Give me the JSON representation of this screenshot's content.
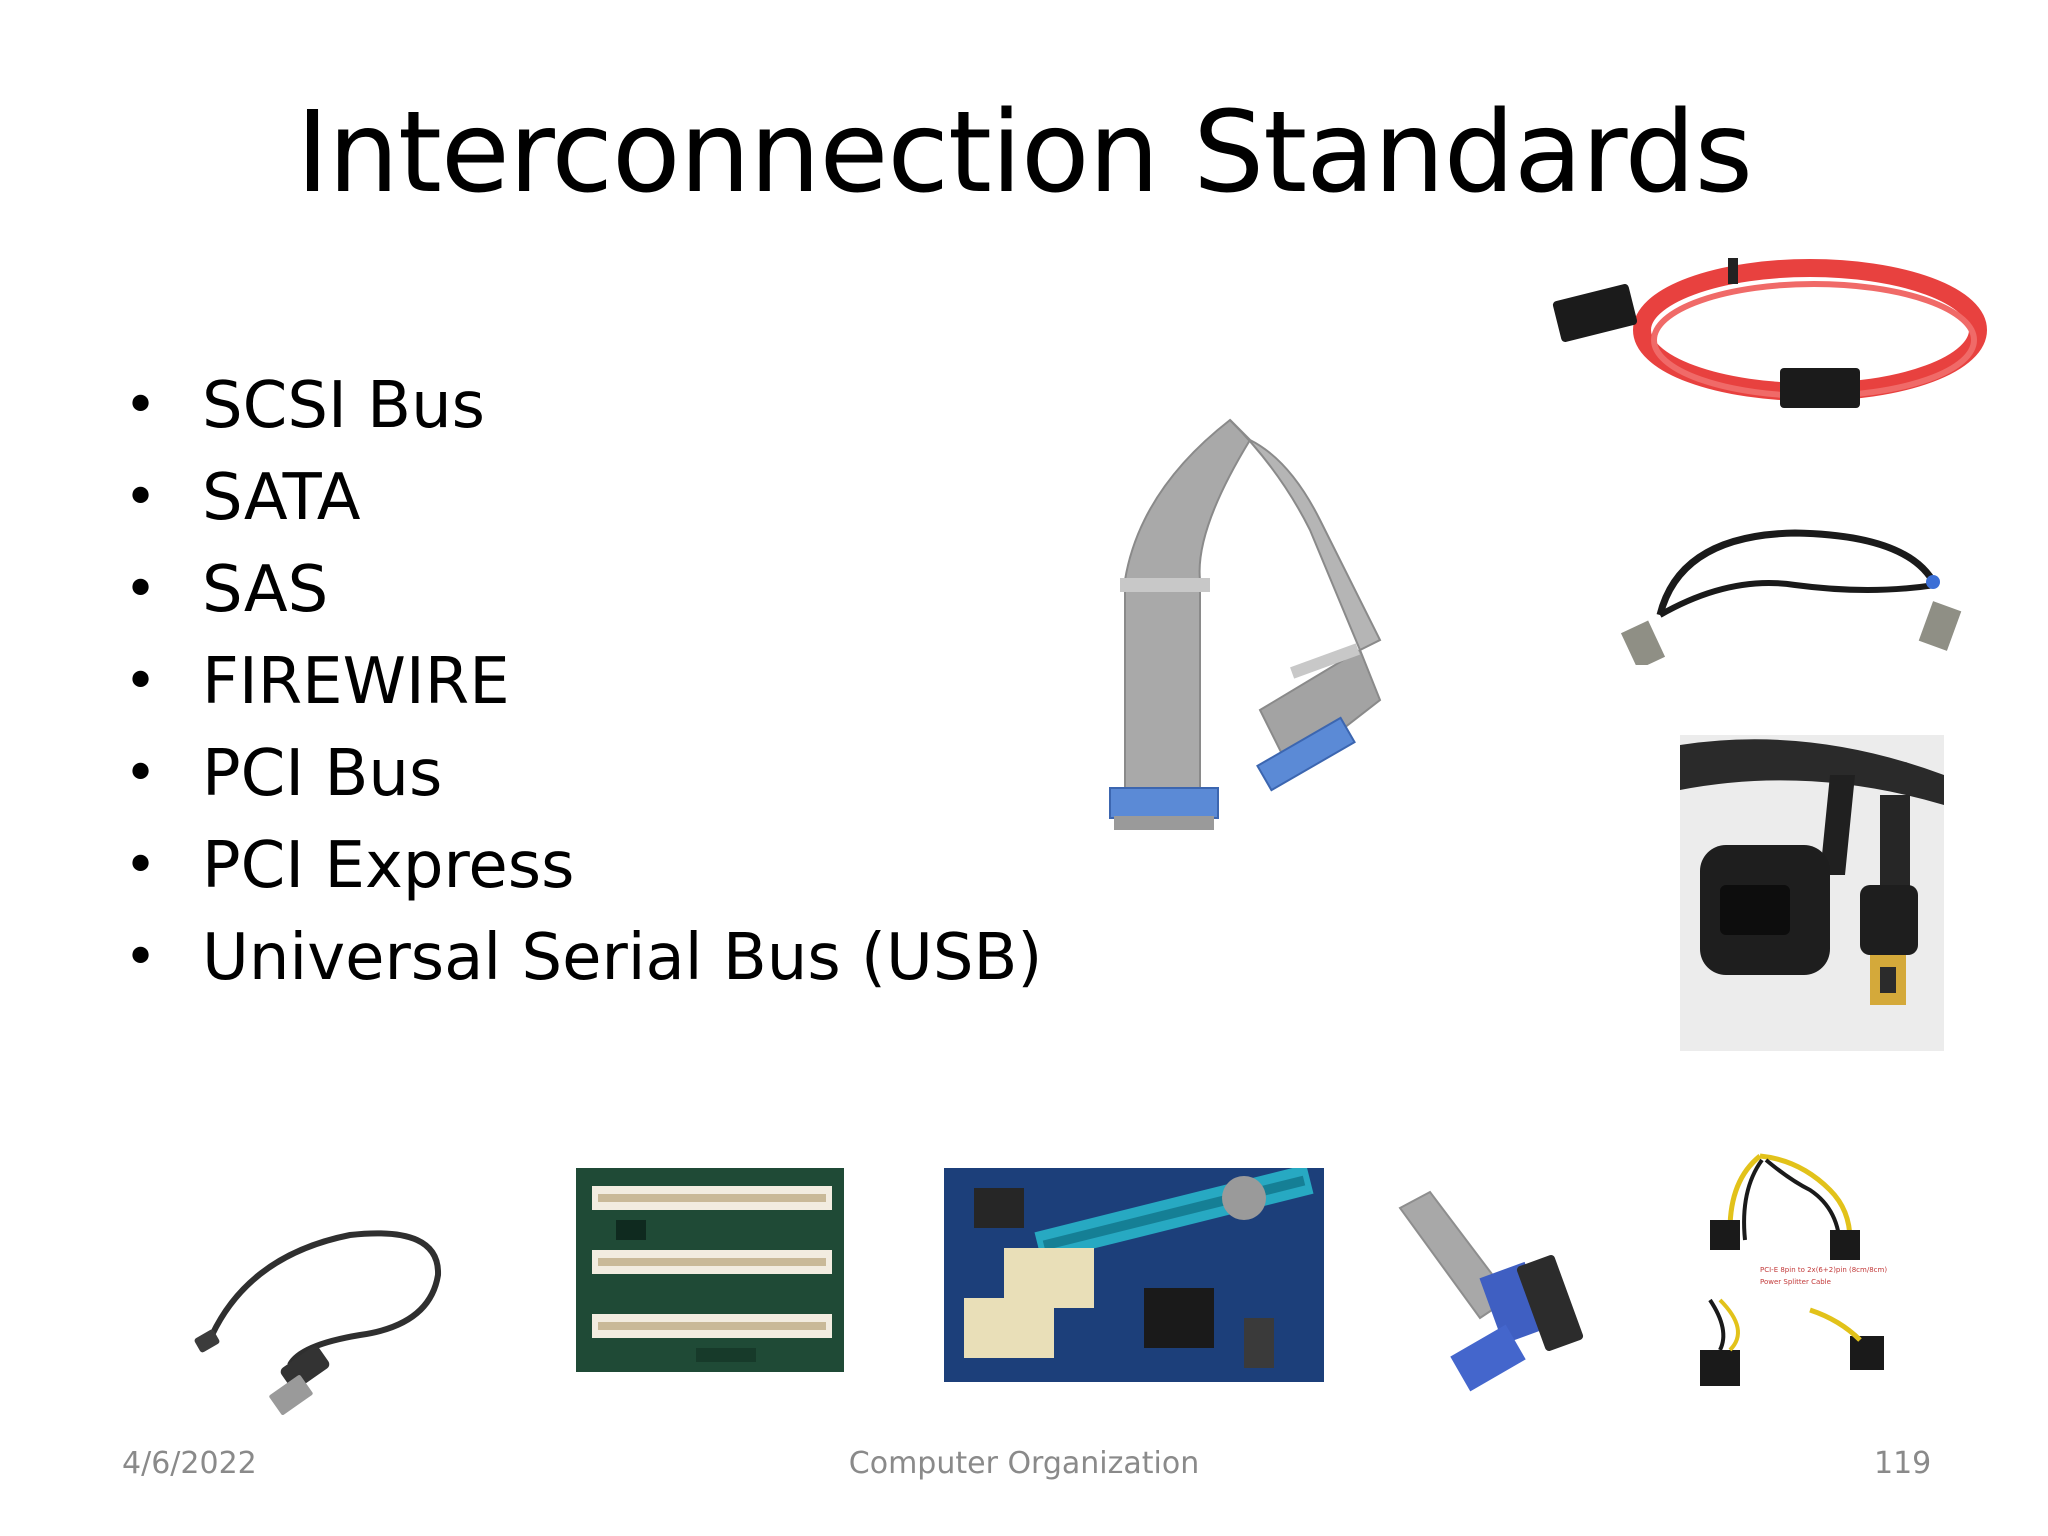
{
  "title": "Interconnection Standards",
  "bullets": [
    "SCSI Bus",
    "SATA",
    "SAS",
    "FIREWIRE",
    "PCI Bus",
    "PCI Express",
    "Universal Serial Bus (USB)"
  ],
  "footer": {
    "date": "4/6/2022",
    "center": "Computer Organization",
    "page": "119"
  },
  "colors": {
    "sata": "#e8413f",
    "ribbon": "#a9a9a9",
    "connector_blue": "#5b8ad6",
    "pcb_green": "#1f4a36",
    "pcb_blue": "#1c3f7a",
    "slot_cyan": "#27a9c2"
  },
  "images": [
    {
      "icon": "scsi-ribbon-cable-image"
    },
    {
      "icon": "sata-cable-image"
    },
    {
      "icon": "sas-cable-image"
    },
    {
      "icon": "firewire-connector-image"
    },
    {
      "icon": "usb-cable-image"
    },
    {
      "icon": "pci-slots-image"
    },
    {
      "icon": "pci-express-slots-image"
    },
    {
      "icon": "pci-riser-cable-image"
    },
    {
      "icon": "power-splitter-cable-image",
      "caption": "PCI-E 8pin to 2x(6+2)pin (8cm/8cm) Power Splitter Cable"
    }
  ]
}
